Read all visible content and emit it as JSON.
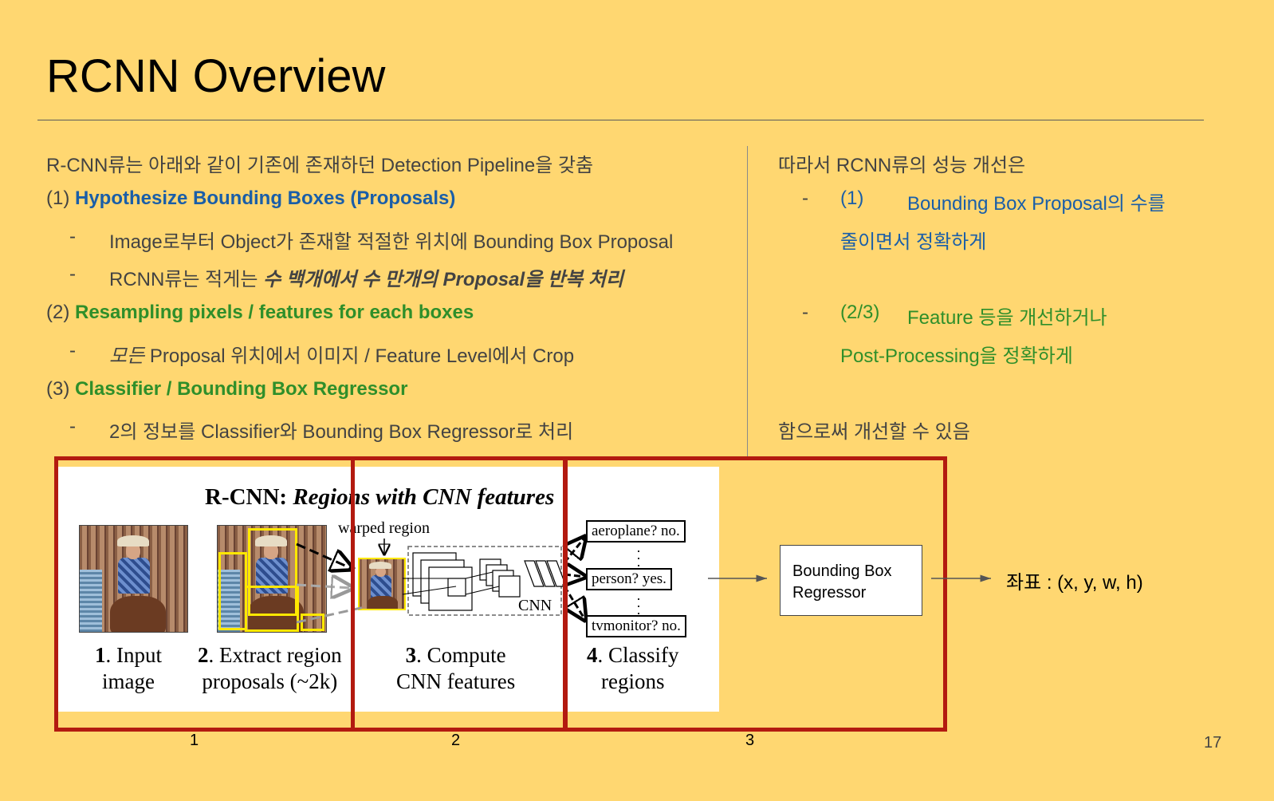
{
  "slide": {
    "title": "RCNN Overview",
    "page_number": "17"
  },
  "left_column": {
    "intro_a": "R-CNN류는 아래와 같이 기존에 존재하던 Detection Pipeline을 갖춤",
    "step1_num": "(1) ",
    "step1_title": "Hypothesize Bounding Boxes (Proposals)",
    "step1_bullet1": "Image로부터 Object가 존재할 적절한 위치에 Bounding Box Proposal",
    "step1_bullet2_plain": "RCNN류는 적게는 ",
    "step1_bullet2_emph": "수 백개에서 수 만개의 Proposal을 반복 처리",
    "step2_num": "(2) ",
    "step2_title": "Resampling pixels / features for each boxes",
    "step2_bullet_emph": "모든",
    "step2_bullet_plain": " Proposal 위치에서 이미지 / Feature Level에서 Crop",
    "step3_num": "(3) ",
    "step3_title": "Classifier / Bounding Box Regressor",
    "step3_bullet": "2의 정보를 Classifier와 Bounding Box Regressor로 처리",
    "dash": "-"
  },
  "right_column": {
    "intro": "따라서 RCNN류의 성능 개선은",
    "item1_num": "(1)",
    "item1_line1": "Bounding Box Proposal의 수를",
    "item1_line2": "줄이면서 정확하게",
    "item2_num": "(2/3)",
    "item2_line1": "Feature 등을 개선하거나",
    "item2_line2": "Post-Processing을 정확하게",
    "conclusion": "함으로써 개선할 수 있음",
    "dash": "-"
  },
  "figure": {
    "title_bold": "R-CNN: ",
    "title_italic": "Regions with CNN features",
    "warped_region": "warped region",
    "cnn_label": "CNN",
    "class_outputs": [
      "aeroplane? no.",
      "person? yes.",
      "tvmonitor? no."
    ],
    "step1_num": "1",
    "step1_label_a": ". Input",
    "step1_label_b": "image",
    "step2_num": "2",
    "step2_label_a": ". Extract region",
    "step2_label_b": "proposals (~2k)",
    "step3_num": "3",
    "step3_label_a": ". Compute",
    "step3_label_b": "CNN features",
    "step4_num": "4",
    "step4_label_a": ". Classify",
    "step4_label_b": "regions"
  },
  "regions": [
    "1",
    "2",
    "3"
  ],
  "regressor": {
    "line1": "Bounding Box",
    "line2": "Regressor"
  },
  "output_coord": "좌표 : (x, y, w, h)",
  "colors": {
    "background": "#ffd771",
    "heading_blue": "#1a5ea8",
    "heading_green": "#2f8f2a",
    "region_box": "#b31a10"
  }
}
